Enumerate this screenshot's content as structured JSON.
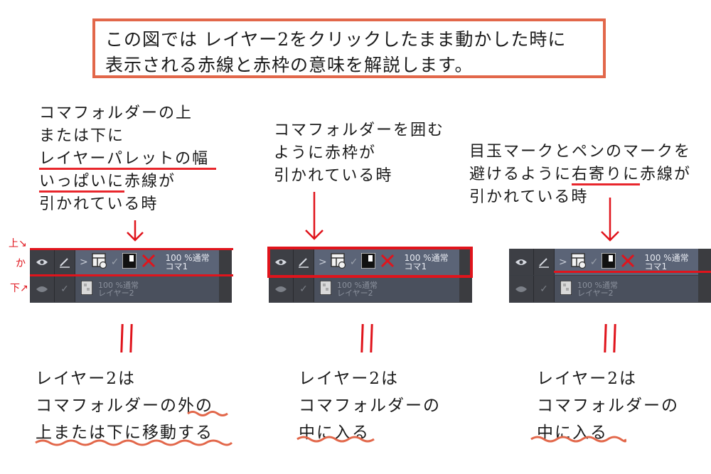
{
  "title": {
    "line1": "この図では レイヤー2をクリックしたまま動かした時に",
    "line2": "表示される赤線と赤枠の意味を解説します。"
  },
  "panels": [
    {
      "caption": [
        "コマフォルダーの上",
        "または下に",
        "レイヤーパレットの幅",
        "いっぱいに",
        "赤線が",
        "引かれている時"
      ],
      "handwritten": {
        "up": "上↘",
        "or": "か",
        "down": "下↗"
      },
      "result": [
        "レイヤー2は",
        "コマフォルダーの",
        "外",
        "の",
        "上または下に移動する"
      ]
    },
    {
      "caption": [
        "コマフォルダーを囲む",
        "ように赤枠が",
        "引かれている時"
      ],
      "result": [
        "レイヤー2は",
        "コマフォルダーの",
        "中に入る"
      ]
    },
    {
      "caption": [
        "目玉マークとペンのマークを",
        "避けるように",
        "右寄りに",
        "赤線が",
        "引かれている時"
      ],
      "result": [
        "レイヤー2は",
        "コマフォルダーの",
        "中に入る"
      ]
    }
  ],
  "layer_rows": {
    "folder": {
      "opacity_mode": "100 %通常",
      "name": "コマ1"
    },
    "layer": {
      "opacity_mode": "100 %通常",
      "name": "レイヤー2"
    }
  },
  "glyphs": {
    "chevron": ">",
    "check": "✓",
    "red_x": "✕"
  },
  "colors": {
    "title_border": "#e2674a",
    "red_marker": "#e0141c",
    "squiggle": "#e2674a",
    "folder_row": "#5b6477",
    "layer_row": "#4a505d",
    "panel_dark": "#3a3d44"
  }
}
